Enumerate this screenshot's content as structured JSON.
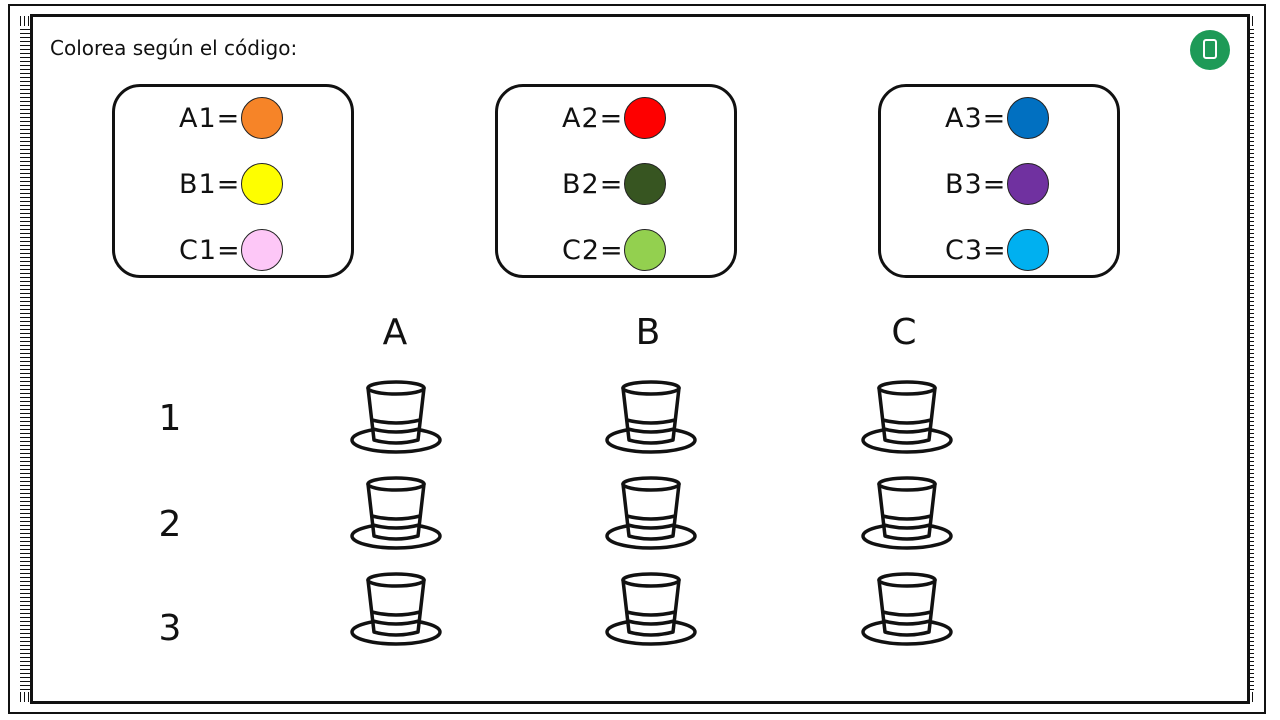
{
  "instruction": "Colorea según el código:",
  "logo": {
    "icon": "green-circle-logo-icon",
    "color": "#1e9a57"
  },
  "legend": [
    {
      "items": [
        {
          "label": "A1=",
          "color": "#f68428"
        },
        {
          "label": "B1=",
          "color": "#fefe00"
        },
        {
          "label": "C1=",
          "color": "#fdc7f7"
        }
      ]
    },
    {
      "items": [
        {
          "label": "A2=",
          "color": "#fe0000"
        },
        {
          "label": "B2=",
          "color": "#375521"
        },
        {
          "label": "C2=",
          "color": "#93d04f"
        }
      ]
    },
    {
      "items": [
        {
          "label": "A3=",
          "color": "#0170c1"
        },
        {
          "label": "B3=",
          "color": "#7031a0"
        },
        {
          "label": "C3=",
          "color": "#00b0f0"
        }
      ]
    }
  ],
  "columns": [
    "A",
    "B",
    "C"
  ],
  "rows": [
    "1",
    "2",
    "3"
  ],
  "grid_item": {
    "icon": "top-hat-outline-icon"
  }
}
